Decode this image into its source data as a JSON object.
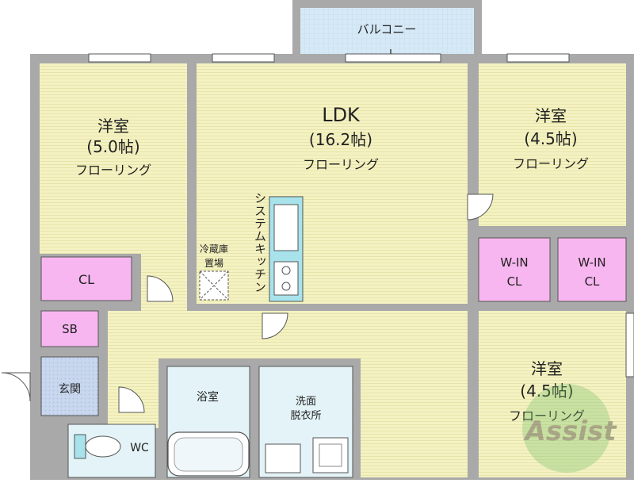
{
  "balcony": {
    "label": "バルコニー"
  },
  "rooms": {
    "western_left": {
      "name": "洋室",
      "size": "(5.0帖)",
      "floor": "フローリング"
    },
    "ldk": {
      "name": "LDK",
      "size": "(16.2帖)",
      "floor": "フローリング"
    },
    "western_top_right": {
      "name": "洋室",
      "size": "(4.5帖)",
      "floor": "フローリング"
    },
    "western_bottom_right": {
      "name": "洋室",
      "size": "(4.5帖)",
      "floor": "フローリング"
    }
  },
  "storage": {
    "cl": "CL",
    "sb": "SB",
    "walk_in_left": {
      "line1": "W-IN",
      "line2": "CL"
    },
    "walk_in_right": {
      "line1": "W-IN",
      "line2": "CL"
    }
  },
  "kitchen": {
    "label": "システムキッチン"
  },
  "fridge": {
    "line1": "冷蔵庫",
    "line2": "置場"
  },
  "entrance": {
    "label": "玄関"
  },
  "bath": {
    "label": "浴室"
  },
  "washroom": {
    "line1": "洗面",
    "line2": "脱衣所"
  },
  "toilet": {
    "label": "WC"
  },
  "watermark": {
    "text": "Assist"
  },
  "colors": {
    "wall": "#a9a9a9",
    "wood_floor": "#f4f2c2",
    "storage": "#f7b6ef",
    "balcony": "#d6e9f6",
    "entrance_tile": "#c8d7ee",
    "wet_area": "#e3f3f7",
    "fixture": "#a8e3ec"
  }
}
